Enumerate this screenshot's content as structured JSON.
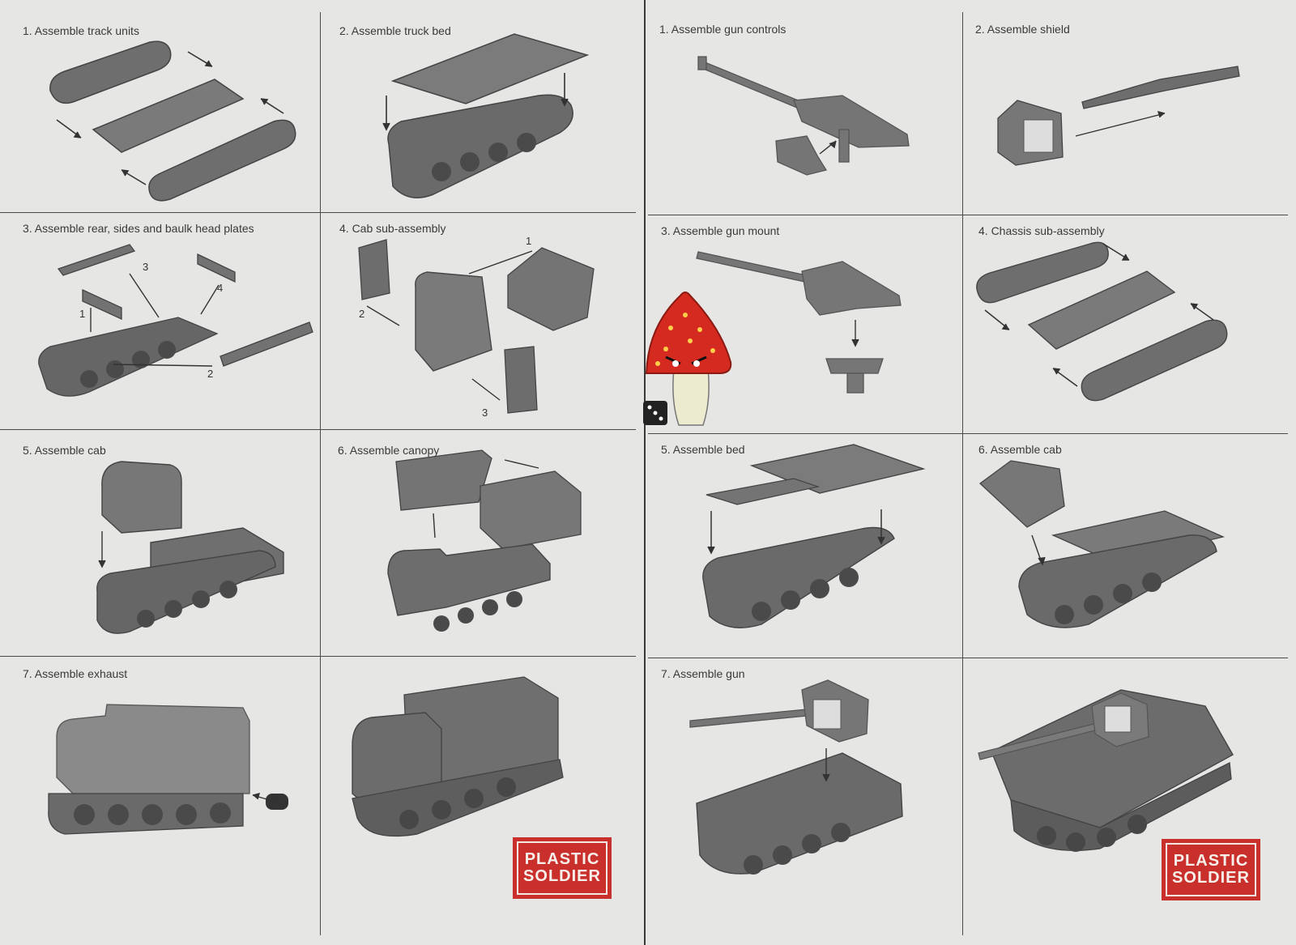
{
  "left_sheet": {
    "steps": [
      {
        "id": "l1",
        "label": "1. Assemble track units"
      },
      {
        "id": "l2",
        "label": "2. Assemble truck bed"
      },
      {
        "id": "l3",
        "label": "3. Assemble rear, sides and baulk head plates"
      },
      {
        "id": "l4",
        "label": "4. Cab sub-assembly"
      },
      {
        "id": "l5",
        "label": "5. Assemble cab"
      },
      {
        "id": "l6",
        "label": "6. Assemble canopy"
      },
      {
        "id": "l7",
        "label": "7. Assemble exhaust"
      }
    ],
    "callouts_step3": [
      "1",
      "3",
      "4",
      "2"
    ],
    "callouts_step4": [
      "1",
      "2",
      "3"
    ]
  },
  "right_sheet": {
    "steps": [
      {
        "id": "r1",
        "label": "1. Assemble gun controls"
      },
      {
        "id": "r2",
        "label": "2. Assemble shield"
      },
      {
        "id": "r3",
        "label": "3. Assemble gun mount"
      },
      {
        "id": "r4",
        "label": "4. Chassis sub-assembly"
      },
      {
        "id": "r5",
        "label": "5. Assemble bed"
      },
      {
        "id": "r6",
        "label": "6. Assemble cab"
      },
      {
        "id": "r7",
        "label": "7. Assemble gun"
      }
    ]
  },
  "logos": [
    {
      "line1": "PLASTIC",
      "line2": "SOLDIER"
    },
    {
      "line1": "PLASTIC",
      "line2": "SOLDIER"
    }
  ],
  "colors": {
    "background": "#e6e6e4",
    "model_grey": "#6b6b6b",
    "logo_red": "#c9302c",
    "mushroom_red": "#d42a1f"
  }
}
